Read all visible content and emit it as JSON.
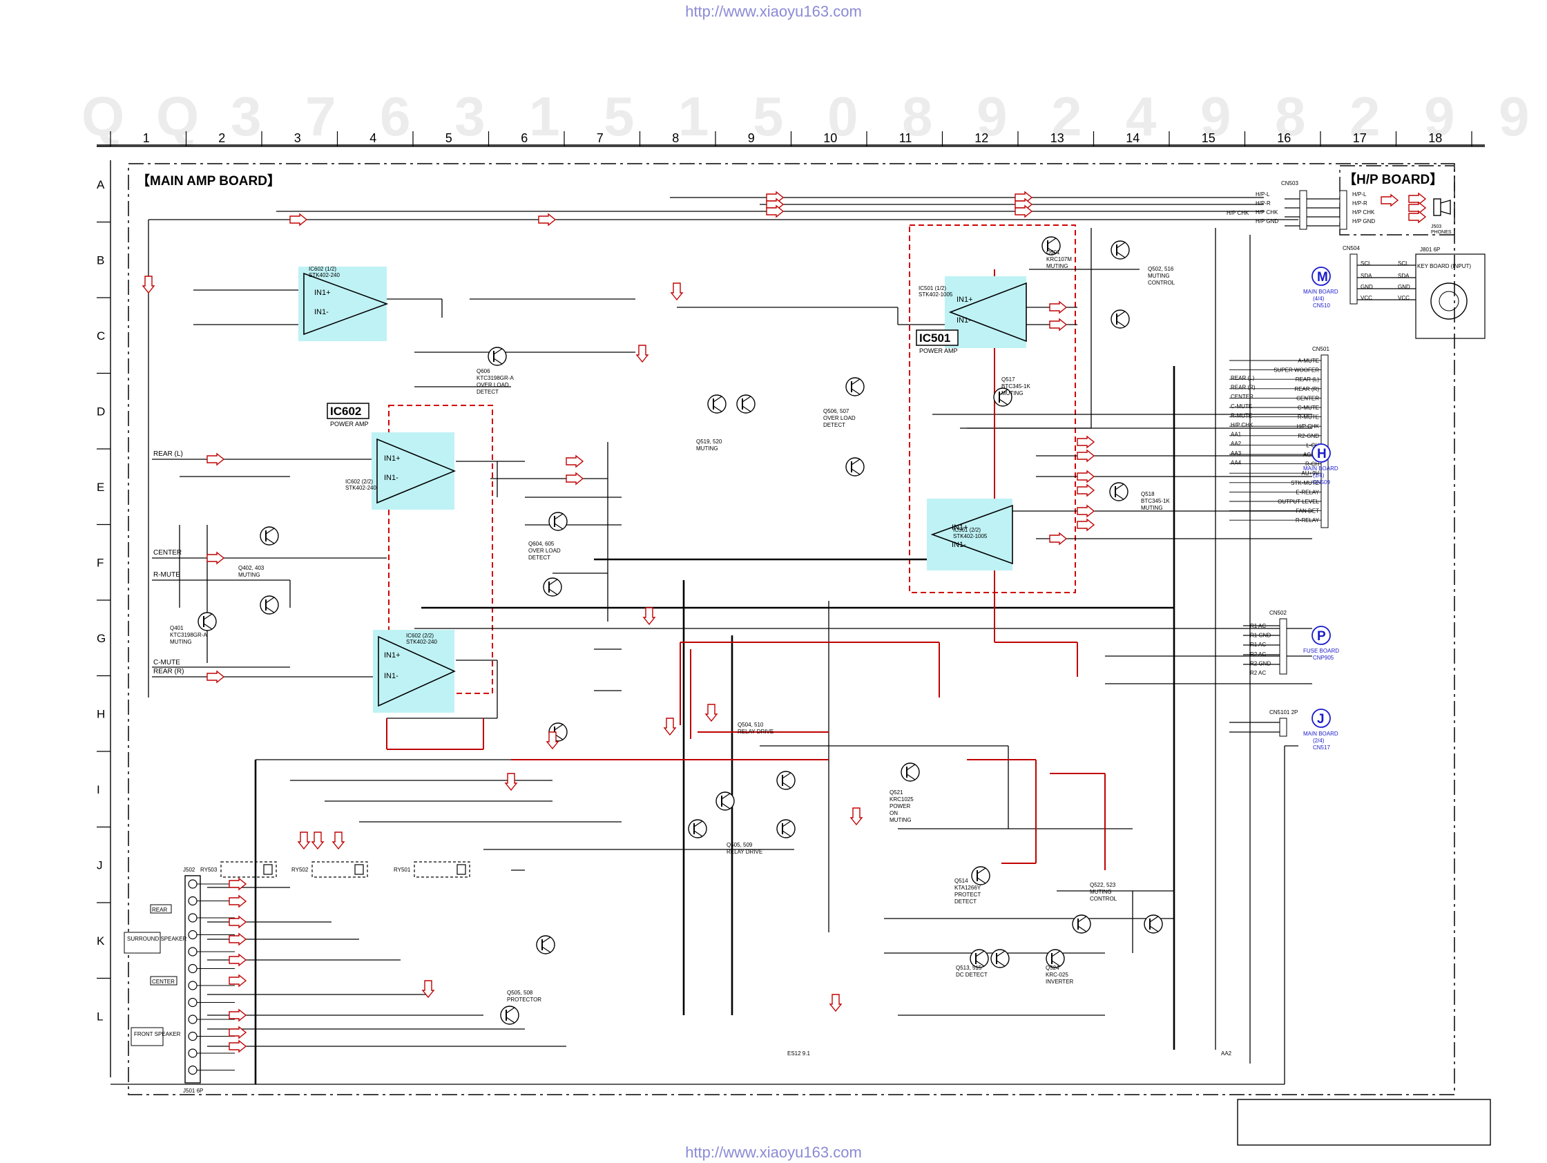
{
  "watermark": {
    "url_top": "http://www.xiaoyu163.com",
    "url_bottom": "http://www.xiaoyu163.com",
    "qq_digits": [
      "Q",
      "Q",
      "3",
      "7",
      "6",
      "3",
      "1",
      "5",
      "1",
      "5",
      "0",
      "8",
      "9",
      "2",
      "4",
      "9",
      "8",
      "2",
      "9",
      "9"
    ]
  },
  "grid": {
    "columns": [
      "1",
      "2",
      "3",
      "4",
      "5",
      "6",
      "7",
      "8",
      "9",
      "10",
      "11",
      "12",
      "13",
      "14",
      "15",
      "16",
      "17",
      "18"
    ],
    "rows": [
      "A",
      "B",
      "C",
      "D",
      "E",
      "F",
      "G",
      "H",
      "I",
      "J",
      "K",
      "L"
    ]
  },
  "boards": {
    "main_amp": "【MAIN AMP BOARD】",
    "hp": "【H/P BOARD】"
  },
  "ics": {
    "ic602": {
      "label": "IC602",
      "desc": "POWER AMP"
    },
    "ic501": {
      "label": "IC501",
      "desc": "POWER AMP"
    },
    "ic602_a": {
      "name": "IC602 (1/2)",
      "part": "STK402-240",
      "in1": "IN1+",
      "in2": "IN1-"
    },
    "ic602_b": {
      "name": "IC602 (2/2)",
      "part": "STK402-240",
      "in1": "IN1+",
      "in2": "IN1-"
    },
    "ic602_c": {
      "name": "IC602 (2/2)",
      "part": "STK402-240",
      "in1": "IN1+",
      "in2": "IN1-"
    },
    "ic501_a": {
      "name": "IC501 (1/2)",
      "part": "STK402-1005",
      "in1": "IN1+",
      "in2": "IN1-"
    },
    "ic501_b": {
      "name": "IC501 (2/2)",
      "part": "STK402-1005",
      "in1": "IN1+",
      "in2": "IN1-"
    }
  },
  "connectors": {
    "cn503": {
      "name": "CN503",
      "pins": [
        "H/P-L",
        "H/P-R",
        "H/P CHK",
        "H/P GND"
      ]
    },
    "hp_board_pins": [
      "H/P-L",
      "H/P-R",
      "H/P CHK",
      "H/P GND"
    ],
    "jack": {
      "name": "J503",
      "desc": "PHONES"
    },
    "cn504": {
      "name": "CN504",
      "pins": [
        "SCL",
        "SDA",
        "GND",
        "VCC"
      ]
    },
    "key_board": {
      "name": "J801 6P",
      "label": "KEY BOARD (INPUT)",
      "pins": [
        "SCL",
        "SDA",
        "GND",
        "VCC"
      ]
    },
    "cn501": {
      "name": "CN501",
      "pins": [
        "A-MUTE",
        "SUPER WOOFER",
        "REAR (L)",
        "REAR (R)",
        "CENTER",
        "C-MUTE",
        "R-MUTE",
        "H/P CHK",
        "R2-GND",
        "L-CH",
        "AGND",
        "R-CH",
        "AU+9V",
        "STK-MUTE",
        "E-RELAY",
        "OUTPUT LEVEL",
        "FAN DET",
        "R-RELAY"
      ]
    },
    "cn501_left": [
      "REAR (L)",
      "REAR (R)",
      "CENTER",
      "C-MUTE",
      "R-MUTE",
      "H/P CHK",
      "AA1",
      "AA2",
      "AA3",
      "AA4"
    ],
    "cn502": {
      "name": "CN502",
      "pins": [
        "R1 AC",
        "R1 GND",
        "R1 AC",
        "R2 AC",
        "R2 GND",
        "R2 AC"
      ]
    },
    "cn5101": {
      "name": "CN5101 2P"
    },
    "j501": {
      "name": "J501 6P"
    },
    "j502": {
      "name": "J502"
    }
  },
  "links": {
    "m": {
      "letter": "M",
      "line1": "MAIN BOARD",
      "line2": "(4/4)",
      "line3": "CN510"
    },
    "h": {
      "letter": "H",
      "line1": "MAIN BOARD",
      "line2": "(1/4)",
      "line3": "CN509"
    },
    "p": {
      "letter": "P",
      "line1": "FUSE BOARD",
      "line2": "CNP905"
    },
    "j": {
      "letter": "J",
      "line1": "MAIN BOARD",
      "line2": "(2/4)",
      "line3": "CN517"
    }
  },
  "signals": {
    "rear_l": "REAR (L)",
    "center": "CENTER",
    "r_mute": "R-MUTE",
    "c_mute": "C-MUTE",
    "rear_r": "REAR (R)"
  },
  "blocks": [
    {
      "id": "q505",
      "text": "Q402, 403\nMUTING"
    },
    {
      "id": "q401",
      "text": "Q401\nKTC3198GR-A\nMUTING"
    },
    {
      "id": "q606",
      "text": "Q606\nKTC3198GR-A\nOVER LOAD\nDETECT"
    },
    {
      "id": "q604",
      "text": "Q604, 605\nOVER LOAD\nDETECT"
    },
    {
      "id": "q519",
      "text": "Q519, 520\nMUTING"
    },
    {
      "id": "q506",
      "text": "Q506, 507\nOVER LOAD\nDETECT"
    },
    {
      "id": "q501",
      "text": "Q501\nKRC107M\nMUTING"
    },
    {
      "id": "q502",
      "text": "Q502, 516\nMUTING\nCONTROL"
    },
    {
      "id": "q517",
      "text": "Q517\nBTC345-1K\nMUTING"
    },
    {
      "id": "q518",
      "text": "Q518\nBTC345-1K\nMUTING"
    },
    {
      "id": "q504",
      "text": "Q504, 510\nRELAY DRIVE"
    },
    {
      "id": "q505b",
      "text": "Q505, 509\nRELAY DRIVE"
    },
    {
      "id": "q521",
      "text": "Q521\nKRC1025\nPOWER\nON\nMUTING"
    },
    {
      "id": "q514",
      "text": "Q514\nKTA1266Y\nPROTECT\nDETECT"
    },
    {
      "id": "q522",
      "text": "Q522, 523\nMUTING\nCONTROL"
    },
    {
      "id": "q513",
      "text": "Q513, 515\nDC DETECT"
    },
    {
      "id": "q524",
      "text": "Q524\nKRC-025\nINVERTER"
    },
    {
      "id": "q508",
      "text": "Q505, 508\nPROTECTOR"
    }
  ],
  "speakers": {
    "surround": "SURROUND\nSPEAKER",
    "rear": "REAR",
    "center": "CENTER",
    "front": "FRONT\nSPEAKER"
  },
  "relays": [
    "RY503",
    "RY502",
    "RY501"
  ],
  "bottom_label": "ES12 9.1",
  "aa2": "AA2",
  "colors": {
    "line": "#000000",
    "red_line": "#c00000",
    "hatch_red": "#d00000",
    "ic_fill": "#bff2f5",
    "link_blue": "#1a1acc",
    "watermark": "#8a8ad6"
  }
}
